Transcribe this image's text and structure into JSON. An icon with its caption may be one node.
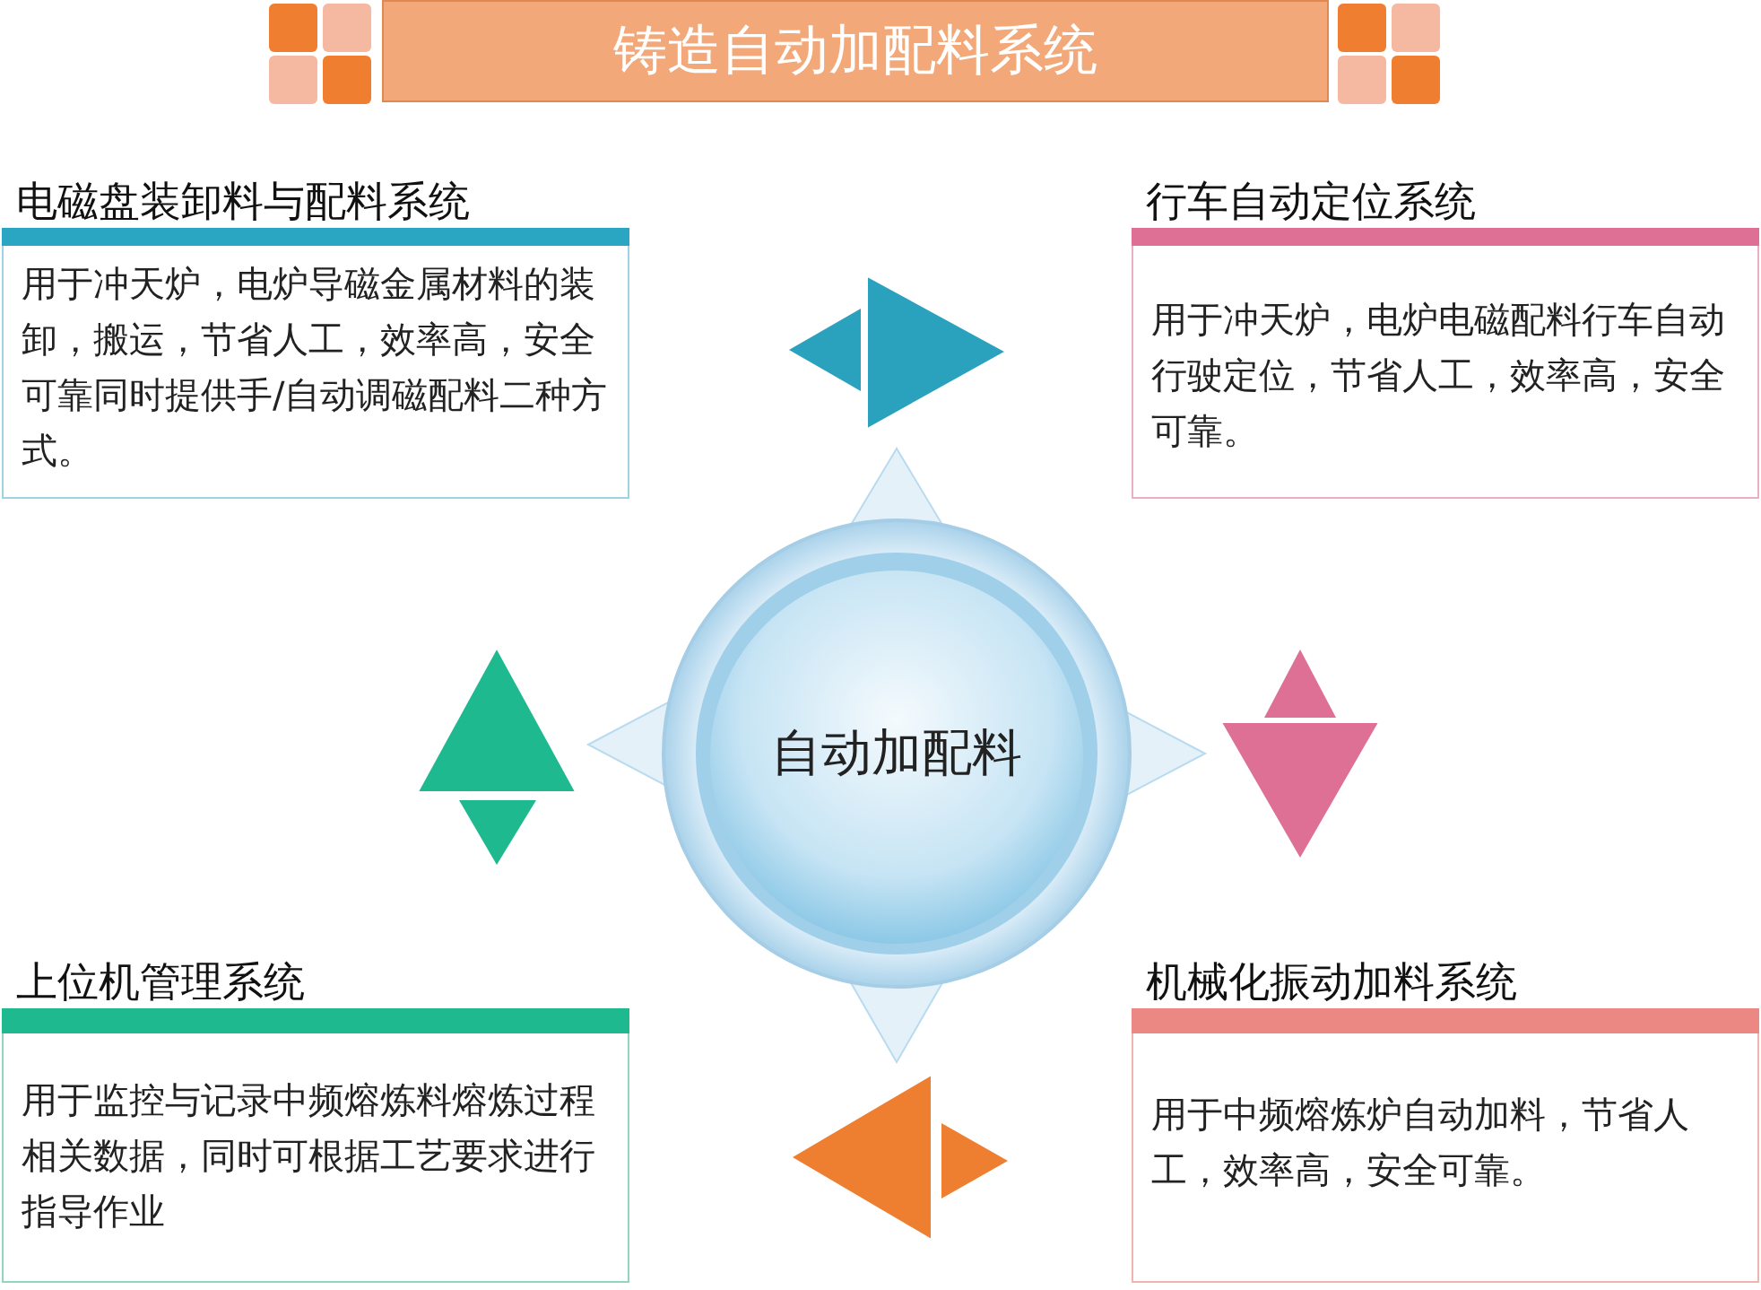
{
  "diagram": {
    "title": "铸造自动加配料系统",
    "nodes": [
      {
        "text": [
          "自动加配料"
        ]
      },
      {
        "text": [
          "电磁盘装卸料与配料系统",
          "用于冲天炉，电炉导磁金属材料的装卸，搬运，节省人工，效率高，安全可靠同时提供手/自动调磁配料二种方式。"
        ]
      },
      {
        "text": [
          "行车自动定位系统",
          "用于冲天炉，电炉电磁配料行车自动行驶定位，节省人工，效率高，安全可靠。"
        ]
      },
      {
        "text": [
          "上位机管理系统",
          "用于监控与记录中频熔炼料熔炼过程相关数据，同时可根据工艺要求进行指导作业"
        ]
      },
      {
        "text": [
          "机械化振动加料系统",
          "用于中频熔炼炉自动加料，节省人工，效率高，安全可靠。"
        ]
      }
    ]
  }
}
